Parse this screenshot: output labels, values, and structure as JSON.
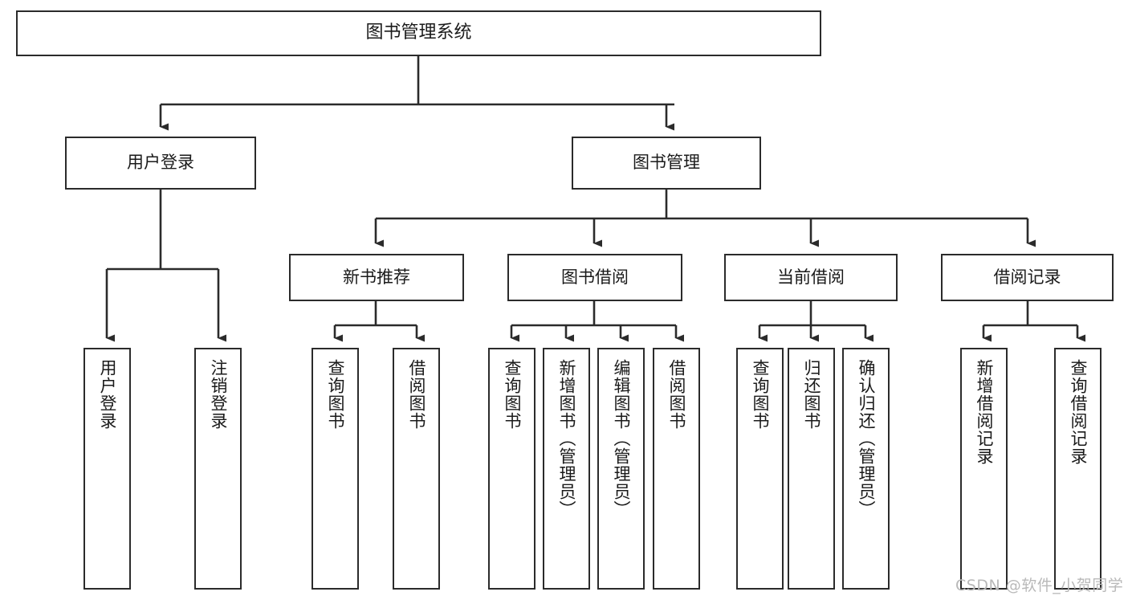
{
  "diagram": {
    "title": "图书管理系统",
    "type": "tree-hierarchy-chart",
    "watermark": "CSDN @软件_小贺同学",
    "colors": {
      "box_stroke": "#2b2b2b",
      "box_fill": "#ffffff",
      "connector": "#2b2b2b",
      "text": "#1a1a1a",
      "watermark": "#b9b9b9"
    },
    "root": {
      "label": "图书管理系统"
    },
    "level2": [
      {
        "label": "用户登录"
      },
      {
        "label": "图书管理"
      }
    ],
    "level3": [
      {
        "label": "新书推荐"
      },
      {
        "label": "图书借阅"
      },
      {
        "label": "当前借阅"
      },
      {
        "label": "借阅记录"
      }
    ],
    "leaves_user_login": [
      {
        "label": "用户登录"
      },
      {
        "label": "注销登录"
      }
    ],
    "leaves_new_book": [
      {
        "label": "查询图书"
      },
      {
        "label": "借阅图书"
      }
    ],
    "leaves_borrow": [
      {
        "label": "查询图书"
      },
      {
        "label": "新增图书（管理员）"
      },
      {
        "label": "编辑图书（管理员）"
      },
      {
        "label": "借阅图书"
      }
    ],
    "leaves_current": [
      {
        "label": "查询图书"
      },
      {
        "label": "归还图书"
      },
      {
        "label": "确认归还（管理员）"
      }
    ],
    "leaves_record": [
      {
        "label": "新增借阅记录"
      },
      {
        "label": "查询借阅记录"
      }
    ]
  }
}
